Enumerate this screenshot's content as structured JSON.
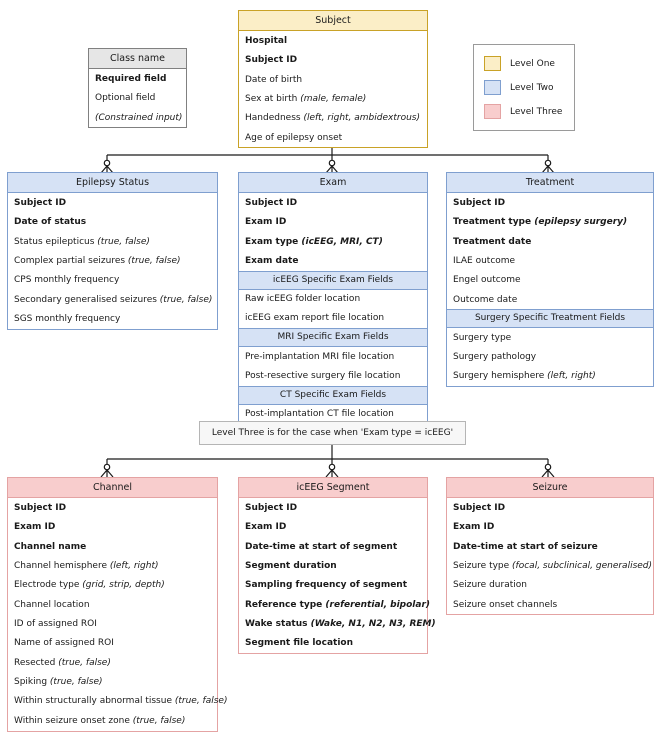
{
  "diagram": {
    "title": "Epilepsy database entity-relationship diagram",
    "note": "Level Three is for the case when 'Exam type = icEEG'",
    "colors": {
      "level_one_fill": "#fbeec7",
      "level_one_border": "#c9a227",
      "level_two_fill": "#d6e2f5",
      "level_two_border": "#7f9fcf",
      "level_three_fill": "#f8cdcd",
      "level_three_border": "#e4a3a3",
      "key_fill": "#e6e6e6",
      "note_fill": "#f7f7f7"
    }
  },
  "key": {
    "header": "Class name",
    "rows": [
      {
        "text": "Required field",
        "style": "required"
      },
      {
        "text": "Optional field",
        "style": "optional"
      },
      {
        "text": "(Constrained input)",
        "style": "constrained"
      }
    ]
  },
  "legend": {
    "items": [
      {
        "label": "Level One",
        "swatch": "one"
      },
      {
        "label": "Level Two",
        "swatch": "two"
      },
      {
        "label": "Level Three",
        "swatch": "three"
      }
    ]
  },
  "entities": {
    "subject": {
      "header": "Subject",
      "level": "one",
      "rows": [
        {
          "name": "Hospital",
          "constraint": "",
          "required": true
        },
        {
          "name": "Subject ID",
          "constraint": "",
          "required": true
        },
        {
          "name": "Date of birth",
          "constraint": "",
          "required": false
        },
        {
          "name": "Sex at birth",
          "constraint": "(male, female)",
          "required": false
        },
        {
          "name": "Handedness",
          "constraint": "(left, right, ambidextrous)",
          "required": false
        },
        {
          "name": "Age of epilepsy onset",
          "constraint": "",
          "required": false
        }
      ]
    },
    "epilepsy_status": {
      "header": "Epilepsy Status",
      "level": "two",
      "rows": [
        {
          "name": "Subject ID",
          "constraint": "",
          "required": true
        },
        {
          "name": "Date of status",
          "constraint": "",
          "required": true
        },
        {
          "name": "Status epilepticus",
          "constraint": "(true, false)",
          "required": false
        },
        {
          "name": "Complex partial seizures",
          "constraint": "(true, false)",
          "required": false
        },
        {
          "name": "CPS monthly frequency",
          "constraint": "",
          "required": false
        },
        {
          "name": "Secondary generalised seizures",
          "constraint": "(true, false)",
          "required": false
        },
        {
          "name": "SGS monthly frequency",
          "constraint": "",
          "required": false
        }
      ]
    },
    "exam": {
      "header": "Exam",
      "level": "two",
      "rows": [
        {
          "name": "Subject ID",
          "constraint": "",
          "required": true
        },
        {
          "name": "Exam ID",
          "constraint": "",
          "required": true
        },
        {
          "name": "Exam type",
          "constraint": "(icEEG, MRI, CT)",
          "required": true
        },
        {
          "name": "Exam date",
          "constraint": "",
          "required": true
        }
      ],
      "sections": [
        {
          "header": "icEEG Specific Exam Fields",
          "rows": [
            {
              "name": "Raw icEEG folder location",
              "constraint": "",
              "required": false
            },
            {
              "name": "icEEG exam report file location",
              "constraint": "",
              "required": false
            }
          ]
        },
        {
          "header": "MRI Specific Exam Fields",
          "rows": [
            {
              "name": "Pre-implantation MRI file location",
              "constraint": "",
              "required": false
            },
            {
              "name": "Post-resective surgery file location",
              "constraint": "",
              "required": false
            }
          ]
        },
        {
          "header": "CT Specific Exam Fields",
          "rows": [
            {
              "name": "Post-implantation CT file location",
              "constraint": "",
              "required": false
            }
          ]
        }
      ]
    },
    "treatment": {
      "header": "Treatment",
      "level": "two",
      "rows": [
        {
          "name": "Subject ID",
          "constraint": "",
          "required": true
        },
        {
          "name": "Treatment type",
          "constraint": "(epilepsy surgery)",
          "required": true
        },
        {
          "name": "Treatment date",
          "constraint": "",
          "required": true
        },
        {
          "name": "ILAE outcome",
          "constraint": "",
          "required": false
        },
        {
          "name": "Engel outcome",
          "constraint": "",
          "required": false
        },
        {
          "name": "Outcome date",
          "constraint": "",
          "required": false
        }
      ],
      "sections": [
        {
          "header": "Surgery Specific Treatment  Fields",
          "rows": [
            {
              "name": "Surgery type",
              "constraint": "",
              "required": false
            },
            {
              "name": "Surgery pathology",
              "constraint": "",
              "required": false
            },
            {
              "name": "Surgery hemisphere",
              "constraint": "(left, right)",
              "required": false
            }
          ]
        }
      ]
    },
    "channel": {
      "header": "Channel",
      "level": "three",
      "rows": [
        {
          "name": "Subject ID",
          "constraint": "",
          "required": true
        },
        {
          "name": "Exam ID",
          "constraint": "",
          "required": true
        },
        {
          "name": "Channel name",
          "constraint": "",
          "required": true
        },
        {
          "name": "Channel hemisphere",
          "constraint": "(left, right)",
          "required": false
        },
        {
          "name": "Electrode type",
          "constraint": "(grid, strip, depth)",
          "required": false
        },
        {
          "name": "Channel location",
          "constraint": "",
          "required": false
        },
        {
          "name": "ID of assigned ROI",
          "constraint": "",
          "required": false
        },
        {
          "name": "Name of assigned ROI",
          "constraint": "",
          "required": false
        },
        {
          "name": "Resected",
          "constraint": "(true, false)",
          "required": false
        },
        {
          "name": "Spiking",
          "constraint": "(true, false)",
          "required": false
        },
        {
          "name": "Within structurally abnormal tissue",
          "constraint": "(true, false)",
          "required": false
        },
        {
          "name": "Within seizure onset zone",
          "constraint": "(true, false)",
          "required": false
        }
      ]
    },
    "iceeg_segment": {
      "header": "icEEG Segment",
      "level": "three",
      "rows": [
        {
          "name": "Subject ID",
          "constraint": "",
          "required": true
        },
        {
          "name": "Exam ID",
          "constraint": "",
          "required": true
        },
        {
          "name": "Date-time at start of segment",
          "constraint": "",
          "required": true
        },
        {
          "name": "Segment duration",
          "constraint": "",
          "required": true
        },
        {
          "name": "Sampling frequency of segment",
          "constraint": "",
          "required": true
        },
        {
          "name": "Reference type",
          "constraint": "(referential, bipolar)",
          "required": true
        },
        {
          "name": "Wake status",
          "constraint": "(Wake, N1, N2, N3, REM)",
          "required": true
        },
        {
          "name": "Segment file location",
          "constraint": "",
          "required": true
        }
      ]
    },
    "seizure": {
      "header": "Seizure",
      "level": "three",
      "rows": [
        {
          "name": "Subject ID",
          "constraint": "",
          "required": true
        },
        {
          "name": "Exam ID",
          "constraint": "",
          "required": true
        },
        {
          "name": "Date-time at start of seizure",
          "constraint": "",
          "required": true
        },
        {
          "name": "Seizure type",
          "constraint": "(focal, subclinical, generalised)",
          "required": false
        },
        {
          "name": "Seizure duration",
          "constraint": "",
          "required": false
        },
        {
          "name": "Seizure onset channels",
          "constraint": "",
          "required": false
        }
      ]
    }
  },
  "relationships": [
    {
      "from": "subject",
      "to": "epilepsy_status",
      "cardinality": "zero-or-many"
    },
    {
      "from": "subject",
      "to": "exam",
      "cardinality": "zero-or-many"
    },
    {
      "from": "subject",
      "to": "treatment",
      "cardinality": "zero-or-many"
    },
    {
      "from": "exam",
      "to": "channel",
      "cardinality": "zero-or-many"
    },
    {
      "from": "exam",
      "to": "iceeg_segment",
      "cardinality": "zero-or-many"
    },
    {
      "from": "exam",
      "to": "seizure",
      "cardinality": "zero-or-many"
    }
  ]
}
